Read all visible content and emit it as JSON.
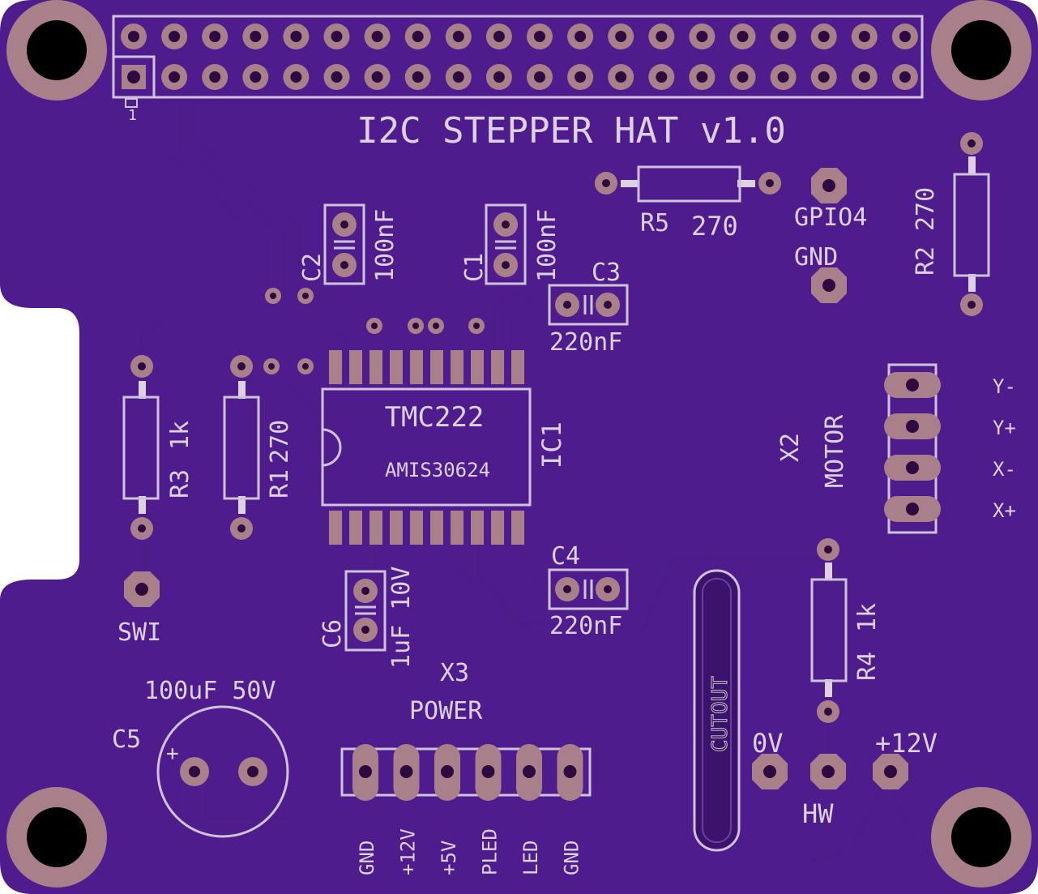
{
  "board": {
    "title": "I2C STEPPER HAT v1.0",
    "colors": {
      "board": "#4e1c8c",
      "pad": "#a9808a",
      "silkscreen": "#ddd2e4",
      "trace": "#4a1d87",
      "cutout": "#3b136c"
    }
  },
  "header": {
    "pin1_label": "1",
    "rows": 2,
    "columns": 20
  },
  "ic1": {
    "designator": "IC1",
    "part": "TMC222",
    "subtitle": "AMIS30624"
  },
  "capacitors": {
    "c1": {
      "designator": "C1",
      "value": "100nF"
    },
    "c2": {
      "designator": "C2",
      "value": "100nF"
    },
    "c3": {
      "designator": "C3",
      "value": "220nF"
    },
    "c4": {
      "designator": "C4",
      "value": "220nF"
    },
    "c5": {
      "designator": "C5",
      "value": "100uF 50V",
      "polarity": "+"
    },
    "c6": {
      "designator": "C6",
      "value": "1uF 10V"
    }
  },
  "resistors": {
    "r1": {
      "designator": "R1",
      "value": "270"
    },
    "r2": {
      "designator": "R2",
      "value": "270"
    },
    "r3": {
      "designator": "R3",
      "value": "1k"
    },
    "r4": {
      "designator": "R4",
      "value": "1k"
    },
    "r5": {
      "designator": "R5",
      "value": "270"
    }
  },
  "test_points": {
    "gpio4": "GPIO4",
    "gnd": "GND",
    "swi": "SWI",
    "zero_v": "0V",
    "hw": "HW",
    "plus12": "+12V"
  },
  "x2": {
    "designator": "X2",
    "name": "MOTOR",
    "pins": [
      "Y-",
      "Y+",
      "X-",
      "X+"
    ]
  },
  "x3": {
    "designator": "X3",
    "name": "POWER",
    "pins": [
      "GND",
      "+12V",
      "+5V",
      "PLED",
      "LED",
      "GND"
    ]
  },
  "cutout": {
    "label": "CUTOUT"
  }
}
